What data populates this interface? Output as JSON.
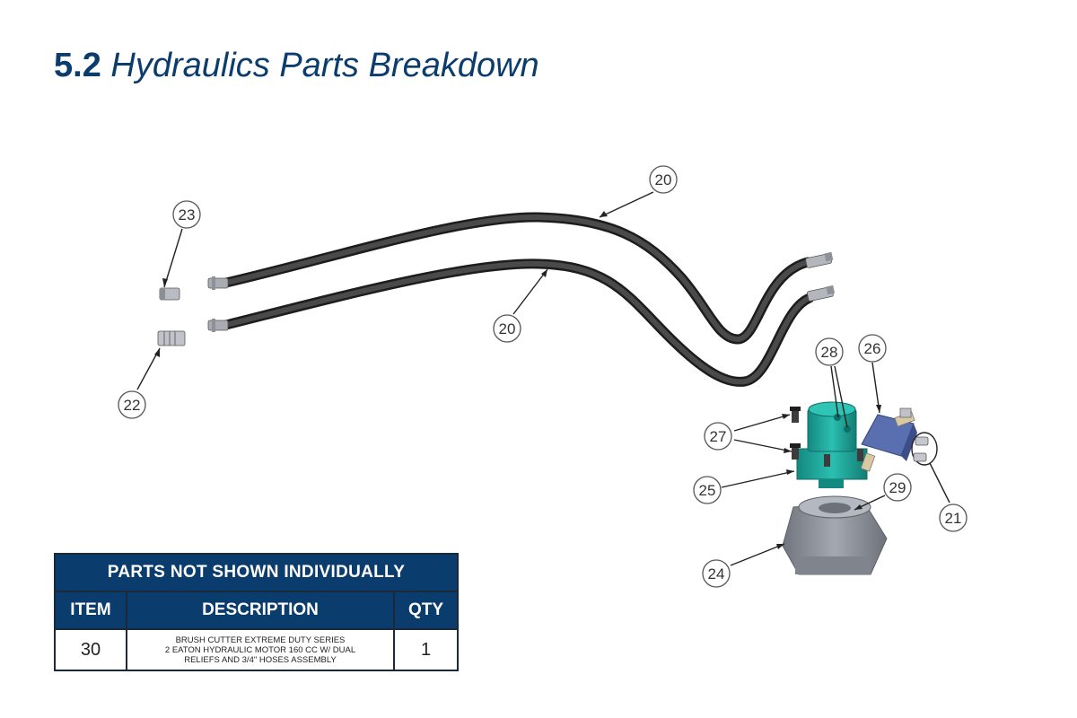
{
  "header": {
    "section_number": "5.2",
    "title": "Hydraulics Parts Breakdown"
  },
  "callouts": {
    "hose_upper": "20",
    "hose_lower": "20",
    "fitting_21": "21",
    "coupler_22": "22",
    "coupler_23": "23",
    "motor_mount_24": "24",
    "motor_25": "25",
    "valve_26": "26",
    "bolts_27": "27",
    "plugs_28": "28",
    "hub_29": "29"
  },
  "parts_table": {
    "title": "PARTS NOT SHOWN INDIVIDUALLY",
    "columns": [
      "ITEM",
      "DESCRIPTION",
      "QTY"
    ],
    "rows": [
      {
        "item": "30",
        "description_lines": [
          "BRUSH CUTTER EXTREME DUTY SERIES",
          "2 EATON HYDRAULIC MOTOR 160 CC W/ DUAL",
          "RELIEFS AND 3/4\" HOSES ASSEMBLY"
        ],
        "qty": "1"
      }
    ]
  },
  "colors": {
    "heading": "#0b3c6e",
    "table_header": "#0b3c6e",
    "motor_teal": "#1fa79a",
    "valve_blue": "#5a6fb0",
    "mount_grey": "#8d929c",
    "hose": "#3a3a3a"
  }
}
